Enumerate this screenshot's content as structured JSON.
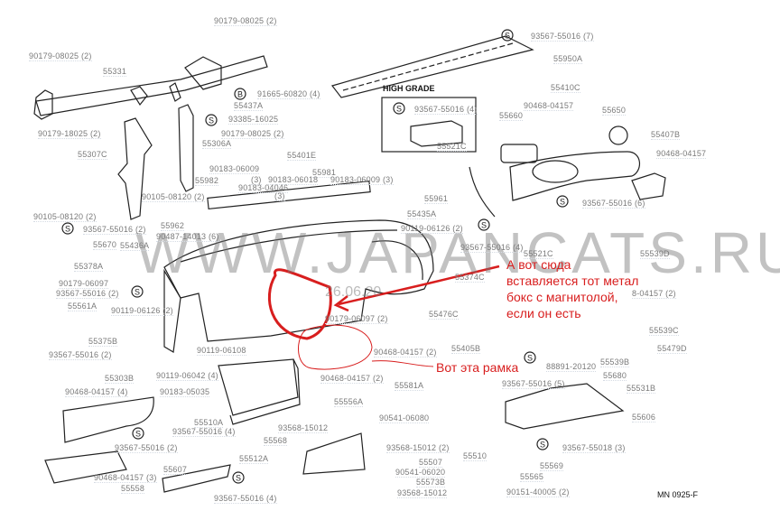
{
  "diagram": {
    "watermark": "WWW.JAPANCATS.RU",
    "date_stamp": "26.06.20",
    "high_grade_label": "HIGH GRADE",
    "drawing_code": "MN 0925-F",
    "annotations": {
      "radio_box_note": [
        "А вот сюда",
        "вставляется тот метал",
        "бокс с магнитолой,",
        "если он есть"
      ],
      "frame_note": "Вот эта рамка",
      "annotation_color": "#d81e1e"
    },
    "labels": [
      "90179-08025 (2)",
      "90179-08025 (2)",
      "55331",
      "91665-60820 (4)",
      "55437A",
      "93385-16025",
      "90179-08025 (2)",
      "90179-18025 (2)",
      "55306A",
      "55307C",
      "55401E",
      "90183-06009",
      "55981",
      "(3)",
      "90183-06018",
      "90183-06009 (3)",
      "55982",
      "90183-04046",
      "(3)",
      "90105-08120 (2)",
      "90105-08120 (2)",
      "55962",
      "93567-55016 (2)",
      "90487-14013 (6)",
      "55670",
      "55436A",
      "55378A",
      "90179-06097",
      "93567-55016 (2)",
      "55561A",
      "90119-06126 (2)",
      "55375B",
      "93567-55016 (2)",
      "90119-06108",
      "90119-06042 (4)",
      "55303B",
      "90468-04157 (4)",
      "90183-05035",
      "55510A",
      "93567-55016 (4)",
      "93567-55016 (2)",
      "55607",
      "90468-04157 (3)",
      "55558",
      "93567-55016 (4)",
      "55556A",
      "93568-15012",
      "55568",
      "55512A",
      "90179-06097 (2)",
      "90468-04157 (2)",
      "55581A",
      "55374C",
      "55476C",
      "55405B",
      "90468-04157 (2)",
      "90541-06080",
      "93568-15012 (2)",
      "55507",
      "90541-06020",
      "55573B",
      "93568-15012",
      "55510",
      "55569",
      "55565",
      "90151-40005 (2)",
      "8-04157 (2)",
      "55539C",
      "55479D",
      "88891-20120",
      "55539B",
      "55680",
      "93567-55016 (5)",
      "55531B",
      "55606",
      "93567-55018 (3)",
      "93567-55016 (7)",
      "55950A",
      "93567-55016 (4)",
      "55521C",
      "55410C",
      "90468-04157",
      "55660",
      "55650",
      "55407B",
      "90468-04157",
      "55961",
      "55435A",
      "90119-06126 (2)",
      "93567-55016 (6)",
      "93567-55016 (4)",
      "55521C",
      "55539D"
    ],
    "symbol_s": "S",
    "symbol_b": "B"
  }
}
